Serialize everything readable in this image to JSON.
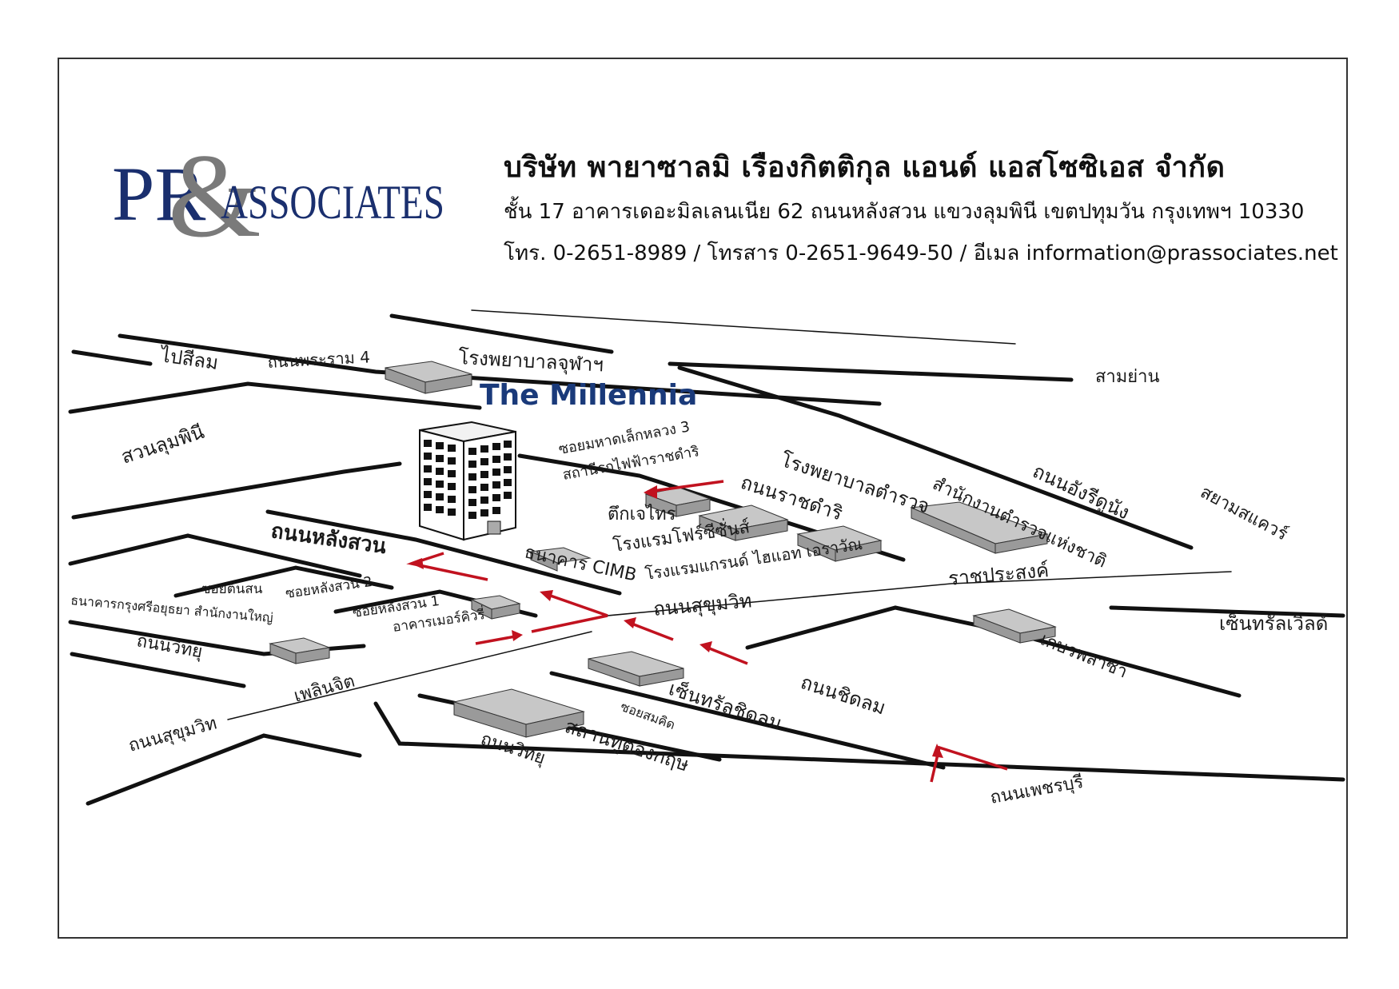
{
  "logo": {
    "text_pr": "PR",
    "text_amp": "&",
    "text_assoc": "ASSOCIATES",
    "color_primary": "#1a2f6e",
    "color_amp": "#7a7a7a"
  },
  "header": {
    "company": "บริษัท พายาซาลมิ เรืองกิตติกุล แอนด์ แอสโซซิเอส จำกัด",
    "address": "ชั้น 17 อาคารเดอะมิลเลนเนีย 62 ถนนหลังสวน แขวงลุมพินี เขตปทุมวัน กรุงเทพฯ 10330",
    "contact": "โทร. 0-2651-8989 / โทรสาร 0-2651-9649-50 / อีเมล information@prassociates.net"
  },
  "map": {
    "title": "The Millennia",
    "title_color": "#1a3a7a",
    "arrow_color": "#c1121f",
    "labels": {
      "silom": "ไปสีลม",
      "rama4": "ถนนพระราม 4",
      "chula": "โรงพยาบาลจุฬาฯ",
      "samyan": "สามย่าน",
      "lumpini": "สวนลุมพินี",
      "soi_mahadlek": "ซอยมหาดเล็กหลวง 3",
      "bts": "สถานีรถไฟฟ้าราชดำริ",
      "police_hosp": "โรงพยาบาลตำรวจ",
      "police_office": "สำนักงานตำรวจแห่งชาติ",
      "henri": "ถนนอังรีดูนัง",
      "siam": "สยามสแควร์",
      "ratchadamri": "ถนนราชดำริ",
      "jaycorp": "ตึกเจไทร",
      "four_seasons": "โรงแรมโฟร์ซีซั่นส์",
      "grand_hyatt": "โรงแรมแกรนด์ ไฮแอท เอราวัณ",
      "lang_suan": "ถนนหลังสวน",
      "cimb": "ธนาคาร CIMB",
      "ratchaprasong": "ราชประสงค์",
      "central_world": "เซ็นทรัลเวิลด์",
      "soi_tonson": "ซอยต้นสน",
      "soi_langsuan2": "ซอยหลังสวน 2",
      "soi_langsuan1": "ซอยหลังสวน 1",
      "mercury": "อาคารเมอร์คิวรี่",
      "krungsri": "ธนาคารกรุงศรีอยุธยา สำนักงานใหญ่",
      "wittayu1": "ถนนวิทยุ",
      "sukhumvit1": "ถนนสุขุมวิท",
      "gaysorn": "เกษรพลาซา",
      "ploenchit": "เพลินจิต",
      "central_chidlom": "เซ็นทรัลชิดลม",
      "chidlom": "ถนนชิดลม",
      "sukhumvit2": "ถนนสุขุมวิท",
      "soi_somkid": "ซอยสมคิด",
      "british_embassy": "สถานทูตอังกฤษ",
      "wittayu2": "ถนนวิทยุ",
      "petchaburi": "ถนนเพชรบุรี"
    }
  }
}
